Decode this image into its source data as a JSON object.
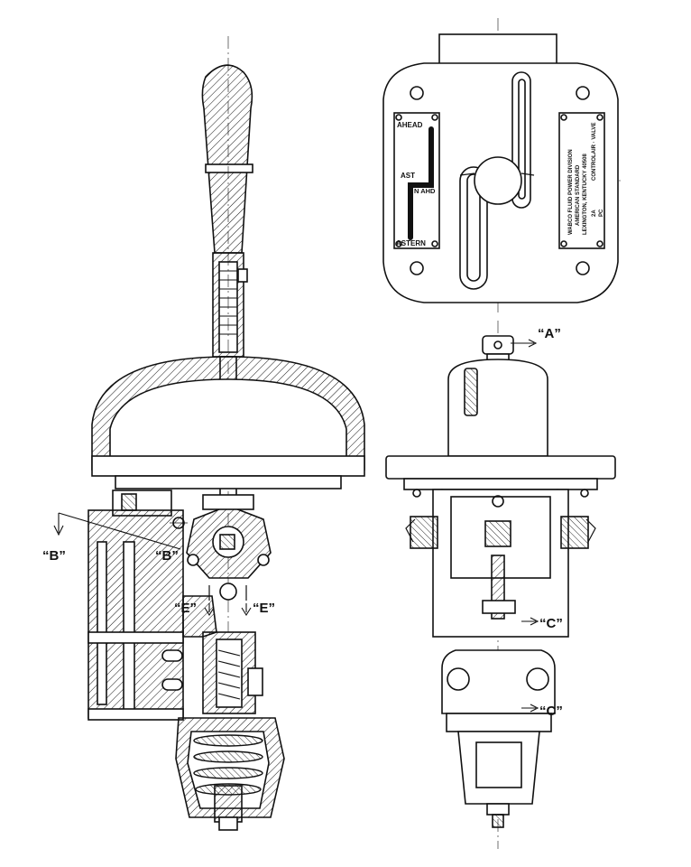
{
  "section_labels": {
    "a": "“A”",
    "b_left": "“B”",
    "b_right": "“B”",
    "c_upper": "“C”",
    "c_lower": "“C”",
    "e_left": "“E”",
    "e_right": "“E”"
  },
  "gate_labels": {
    "ahead": "AHEAD",
    "ast": "AST",
    "n_ahd": "N AHD",
    "astern": "ASTERN"
  },
  "nameplate": {
    "line1": "WABCO FLUID POWER DIVISION",
    "line2": "AMERICAN STANDARD",
    "line3": "LEXINGTON, KENTUCKY 40508",
    "line4": "CONTROLAIR · VALVE",
    "line5": "2A",
    "line6": "PC"
  },
  "colors": {
    "ink": "#111111",
    "paper": "#ffffff"
  }
}
